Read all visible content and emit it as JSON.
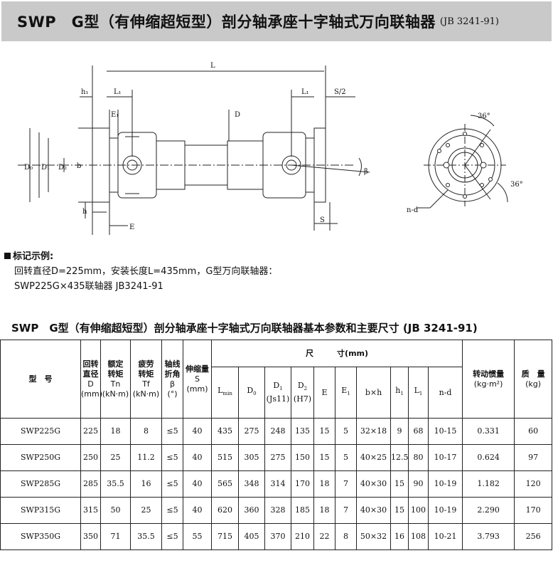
{
  "title": {
    "main": "SWP　G型（有伸缩超短型）剖分轴承座十字轴式万向联轴器",
    "standard": "(JB 3241-91)"
  },
  "drawing": {
    "labels": {
      "L": "L",
      "h1": "h₁",
      "L1_left": "L₁",
      "L1_right": "L₁",
      "S_half": "S/2",
      "E1": "E₁",
      "D": "D",
      "D0": "D₀",
      "D1": "D₁",
      "D2": "D₂",
      "b": "b",
      "h": "h",
      "E": "E",
      "S": "S",
      "beta": "β",
      "angle_top": "36°",
      "angle_bottom": "36°",
      "nd": "n-d"
    }
  },
  "example": {
    "header": "标记示例:",
    "line1": "回转直径D=225mm，安装长度L=435mm，G型万向联轴器：",
    "line2": "SWP225G×435联轴器 JB3241-91"
  },
  "table": {
    "title": "SWP　G型（有伸缩超短型）剖分轴承座十字轴式万向联轴器基本参数和主要尺寸 (JB 3241-91)",
    "headers": {
      "model": "型　号",
      "dia_l1": "回转",
      "dia_l2": "直径",
      "dia_l3": "D",
      "dia_l4": "(mm)",
      "torque_l1": "额定",
      "torque_l2": "转矩",
      "torque_l3": "Tn",
      "torque_l4": "(kN·m)",
      "fatigue_l1": "疲劳",
      "fatigue_l2": "转矩",
      "fatigue_l3": "Tf",
      "fatigue_l4": "(kN·m)",
      "angle_l1": "轴线",
      "angle_l2": "折角",
      "angle_l3": "β",
      "angle_l4": "(°)",
      "stretch_l1": "伸缩量",
      "stretch_l2": "S",
      "stretch_l3": "(mm)",
      "size": "尺　　　寸(mm)",
      "lmin": "L",
      "lmin_sub": "min",
      "d0": "D",
      "d0_sub": "0",
      "d1": "D",
      "d1_sub": "1",
      "d1_tol": "(Js11)",
      "d2": "D",
      "d2_sub": "2",
      "d2_tol": "(H7)",
      "e": "E",
      "e1": "E",
      "e1_sub": "1",
      "bh": "b×h",
      "h1": "h",
      "h1_sub": "1",
      "l1": "L",
      "l1_sub": "1",
      "nd": "n-d",
      "inertia_l1": "转动惯量",
      "inertia_l2": "(kg·m²)",
      "mass_l1": "质　量",
      "mass_l2": "(kg)"
    },
    "rows": [
      {
        "model": "SWP225G",
        "D": "225",
        "Tn": "18",
        "Tf": "8",
        "beta": "≤5",
        "S": "40",
        "Lmin": "435",
        "D0": "275",
        "D1": "248",
        "D2": "135",
        "E": "15",
        "E1": "5",
        "bh": "32×18",
        "h1": "9",
        "L1": "68",
        "nd": "10-15",
        "inertia": "0.331",
        "mass": "60"
      },
      {
        "model": "SWP250G",
        "D": "250",
        "Tn": "25",
        "Tf": "11.2",
        "beta": "≤5",
        "S": "40",
        "Lmin": "515",
        "D0": "305",
        "D1": "275",
        "D2": "150",
        "E": "15",
        "E1": "5",
        "bh": "40×25",
        "h1": "12.5",
        "L1": "80",
        "nd": "10-17",
        "inertia": "0.624",
        "mass": "97"
      },
      {
        "model": "SWP285G",
        "D": "285",
        "Tn": "35.5",
        "Tf": "16",
        "beta": "≤5",
        "S": "40",
        "Lmin": "565",
        "D0": "348",
        "D1": "314",
        "D2": "170",
        "E": "18",
        "E1": "7",
        "bh": "40×30",
        "h1": "15",
        "L1": "90",
        "nd": "10-19",
        "inertia": "1.182",
        "mass": "120"
      },
      {
        "model": "SWP315G",
        "D": "315",
        "Tn": "50",
        "Tf": "25",
        "beta": "≤5",
        "S": "40",
        "Lmin": "620",
        "D0": "360",
        "D1": "328",
        "D2": "185",
        "E": "18",
        "E1": "7",
        "bh": "40×30",
        "h1": "15",
        "L1": "100",
        "nd": "10-19",
        "inertia": "2.290",
        "mass": "170"
      },
      {
        "model": "SWP350G",
        "D": "350",
        "Tn": "71",
        "Tf": "35.5",
        "beta": "≤5",
        "S": "55",
        "Lmin": "715",
        "D0": "405",
        "D1": "370",
        "D2": "210",
        "E": "22",
        "E1": "8",
        "bh": "50×32",
        "h1": "16",
        "L1": "108",
        "nd": "10-21",
        "inertia": "3.793",
        "mass": "256"
      }
    ]
  }
}
